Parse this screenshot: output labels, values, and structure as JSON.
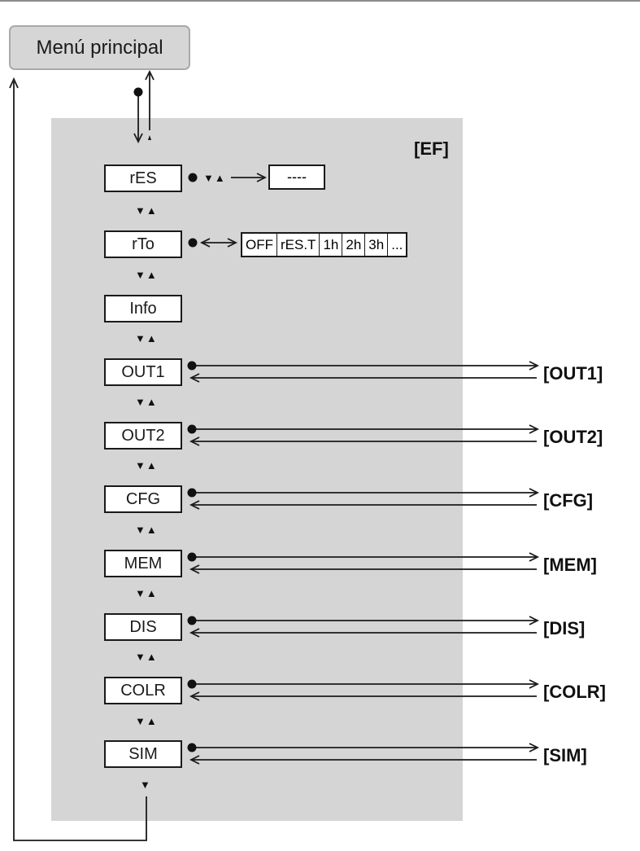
{
  "menu_button": {
    "label": "Menú principal"
  },
  "panel_label": "[EF]",
  "nav_symbol": "▼▲",
  "end_symbol": "▼",
  "res_value": "----",
  "rto_options": [
    "OFF",
    "rES.T",
    "1h",
    "2h",
    "3h",
    "..."
  ],
  "steps": [
    "rES",
    "rTo",
    "Info",
    "OUT1",
    "OUT2",
    "CFG",
    "MEM",
    "DIS",
    "COLR",
    "SIM"
  ],
  "targets": [
    "[OUT1]",
    "[OUT2]",
    "[CFG]",
    "[MEM]",
    "[DIS]",
    "[COLR]",
    "[SIM]"
  ]
}
